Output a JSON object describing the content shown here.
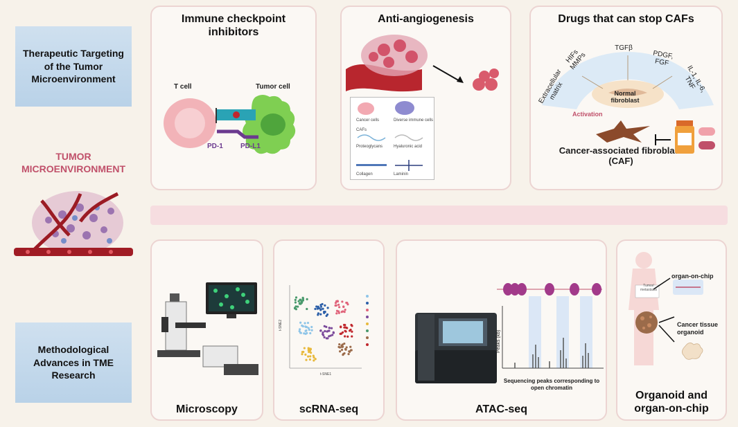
{
  "sidebar": {
    "top_label": "Therapeutic Targeting of the Tumor Microenvironment",
    "middle_label": "TUMOR MICROENVIRONMENT",
    "bottom_label": "Methodological Advances in TME Research"
  },
  "top_panels": {
    "checkpoint": {
      "title": "Immune checkpoint inhibitors",
      "t_cell": "T cell",
      "tumor_cell": "Tumor cell",
      "pd1": "PD-1",
      "pdl1": "PD-L1"
    },
    "angio": {
      "title": "Anti-angiogenesis",
      "legend": [
        "Cancer cells",
        "Diverse immune cells",
        "CAFs",
        "Proteoglycans",
        "Hyaluronic acid",
        "Collagen",
        "Laminin"
      ]
    },
    "caf": {
      "title": "Drugs that can stop CAFs",
      "factors": [
        "Extracellular matrix",
        "HIFs MMPs",
        "TGFβ",
        "PDGF, FGF",
        "IL-1, IL-6, TNF"
      ],
      "normal": "Normal fibroblast",
      "activation": "Activation",
      "caf_label": "Cancer-associated fibroblast (CAF)"
    }
  },
  "bottom_panels": {
    "microscopy": {
      "title": "Microscopy"
    },
    "scrna": {
      "title": "scRNA-seq",
      "xlabel": "t-SNE1",
      "ylabel": "t-SNE2"
    },
    "atac": {
      "title": "ATAC-seq",
      "ylabel": "Peaks (kb)",
      "caption": "Sequencing peaks corresponding to open chromatin"
    },
    "organoid": {
      "title": "Organoid and organ-on-chip",
      "tumor": "Tumor/ metastasis",
      "chip": "organ-on-chip",
      "tissue": "Cancer tissue organoid"
    }
  },
  "colors": {
    "panel_border": "#ecd4d2",
    "side_box": "#c4d8ec",
    "accent": "#c0506a",
    "divider": "#f6dde0"
  }
}
